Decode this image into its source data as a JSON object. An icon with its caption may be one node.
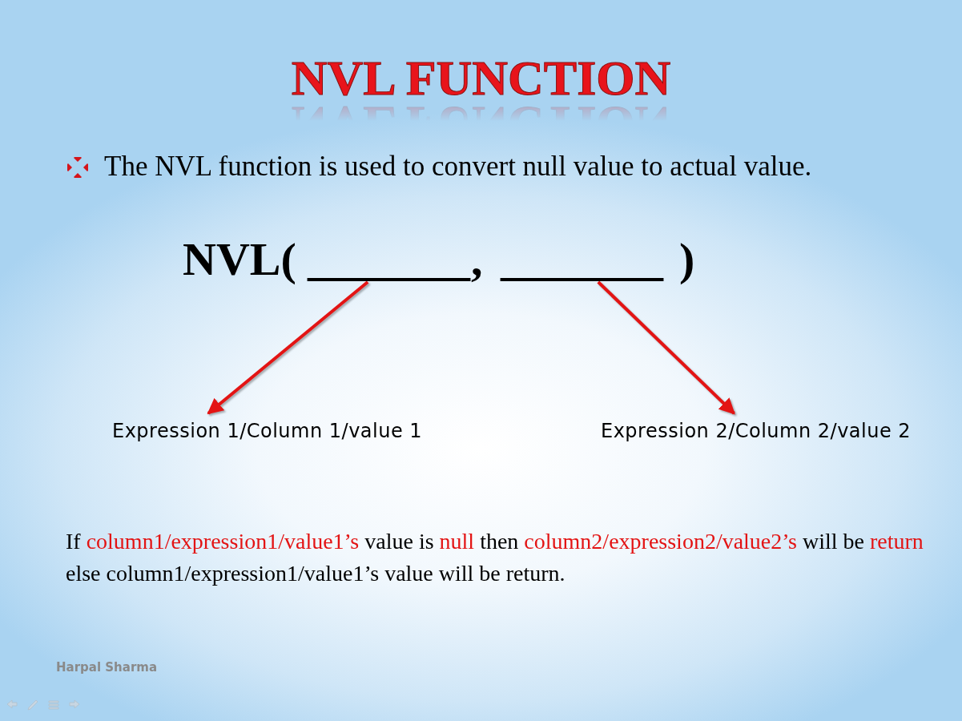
{
  "diagram": {
    "title": "NVL FUNCTION",
    "nodes": [
      {
        "text": [
          "_______"
        ]
      },
      {
        "text": [
          "_______"
        ]
      },
      {
        "text": [
          "Expression 1/Column 1/value 1"
        ]
      },
      {
        "text": [
          "Expression 2/Column 2/value 2"
        ]
      }
    ],
    "edges": [
      {
        "from": 0,
        "to": 2,
        "arrow": "to",
        "color": "#e31414"
      },
      {
        "from": 1,
        "to": 3,
        "arrow": "to",
        "color": "#e31414"
      }
    ],
    "labels": [
      "The NVL function is used to convert null value to actual value.",
      "NVL(",
      ",",
      ")",
      "If",
      "column1/expression1/value1’s",
      "value is",
      "null",
      "then",
      "column2/expression2/value2’s",
      "will be",
      "return",
      "else column1/expression1/value1’s value will be return.",
      "Harpal Sharma"
    ]
  }
}
